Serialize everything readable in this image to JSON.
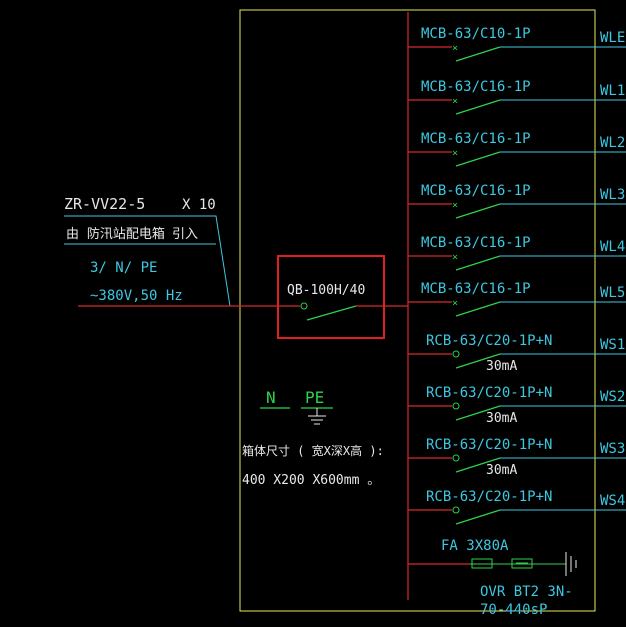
{
  "incoming": {
    "cable": "ZR-VV22-5",
    "multiplier": "X 10",
    "source": "由 防汛站配电箱",
    "source_suffix": "引入",
    "phase": "3/ N/ PE",
    "voltage": "~380V,50 Hz"
  },
  "main_breaker": "QB-100H/40",
  "ground": {
    "n": "N",
    "pe": "PE"
  },
  "box_size": {
    "label": "箱体尺寸 ( 宽X深X高 ):",
    "value": "400 X200 X600mm 。"
  },
  "branches": [
    {
      "breaker": "MCB-63/C10-1P",
      "circuit": "WLE",
      "rcd": ""
    },
    {
      "breaker": "MCB-63/C16-1P",
      "circuit": "WL1",
      "rcd": ""
    },
    {
      "breaker": "MCB-63/C16-1P",
      "circuit": "WL2",
      "rcd": ""
    },
    {
      "breaker": "MCB-63/C16-1P",
      "circuit": "WL3",
      "rcd": ""
    },
    {
      "breaker": "MCB-63/C16-1P",
      "circuit": "WL4",
      "rcd": ""
    },
    {
      "breaker": "MCB-63/C16-1P",
      "circuit": "WL5",
      "rcd": ""
    },
    {
      "breaker": "RCB-63/C20-1P+N",
      "circuit": "WS1",
      "rcd": "30mA"
    },
    {
      "breaker": "RCB-63/C20-1P+N",
      "circuit": "WS2",
      "rcd": "30mA"
    },
    {
      "breaker": "RCB-63/C20-1P+N",
      "circuit": "WS3",
      "rcd": "30mA"
    },
    {
      "breaker": "RCB-63/C20-1P+N",
      "circuit": "WS4",
      "rcd": ""
    }
  ],
  "surge": {
    "fuse": "FA 3X80A",
    "model": "OVR BT2 3N-",
    "rating": "70-440sP"
  },
  "colors": {
    "cyan": "#3ec7e0",
    "green": "#2fd24a",
    "red": "#d42b2b",
    "yellow": "#e8e85a",
    "white": "#e8e8e8"
  }
}
